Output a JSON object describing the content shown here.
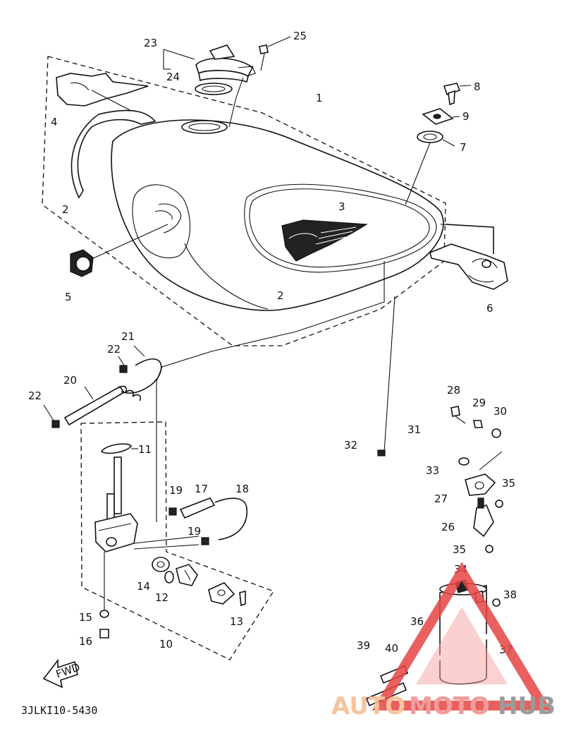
{
  "parts": [
    {
      "id": "1",
      "label": "1"
    },
    {
      "id": "2a",
      "label": "2"
    },
    {
      "id": "2b",
      "label": "2"
    },
    {
      "id": "3",
      "label": "3"
    },
    {
      "id": "4",
      "label": "4"
    },
    {
      "id": "5",
      "label": "5"
    },
    {
      "id": "6",
      "label": "6"
    },
    {
      "id": "7",
      "label": "7"
    },
    {
      "id": "8",
      "label": "8"
    },
    {
      "id": "9",
      "label": "9"
    },
    {
      "id": "10",
      "label": "10"
    },
    {
      "id": "11",
      "label": "11"
    },
    {
      "id": "12",
      "label": "12"
    },
    {
      "id": "13",
      "label": "13"
    },
    {
      "id": "14",
      "label": "14"
    },
    {
      "id": "15",
      "label": "15"
    },
    {
      "id": "16",
      "label": "16"
    },
    {
      "id": "17",
      "label": "17"
    },
    {
      "id": "18",
      "label": "18"
    },
    {
      "id": "19a",
      "label": "19"
    },
    {
      "id": "19b",
      "label": "19"
    },
    {
      "id": "20",
      "label": "20"
    },
    {
      "id": "21",
      "label": "21"
    },
    {
      "id": "22a",
      "label": "22"
    },
    {
      "id": "22b",
      "label": "22"
    },
    {
      "id": "23",
      "label": "23"
    },
    {
      "id": "24",
      "label": "24"
    },
    {
      "id": "25",
      "label": "25"
    },
    {
      "id": "26",
      "label": "26"
    },
    {
      "id": "27",
      "label": "27"
    },
    {
      "id": "28",
      "label": "28"
    },
    {
      "id": "29",
      "label": "29"
    },
    {
      "id": "30",
      "label": "30"
    },
    {
      "id": "31",
      "label": "31"
    },
    {
      "id": "32",
      "label": "32"
    },
    {
      "id": "33",
      "label": "33"
    },
    {
      "id": "34",
      "label": "34"
    },
    {
      "id": "35a",
      "label": "35"
    },
    {
      "id": "35b",
      "label": "35"
    },
    {
      "id": "36",
      "label": "36"
    },
    {
      "id": "37",
      "label": "37"
    },
    {
      "id": "38",
      "label": "38"
    },
    {
      "id": "39",
      "label": "39"
    },
    {
      "id": "40",
      "label": "40"
    }
  ],
  "fwd_label": "FWD",
  "diagram_code": "3JLKI10-5430",
  "watermark": {
    "part1": "AUTO",
    "part2": "MOTO",
    "part3": "HUB",
    "color_auto": "#f6b98a",
    "color_moto": "#f08a8a",
    "color_hub": "#8a8a8a",
    "triangle_color": "#e64545"
  }
}
